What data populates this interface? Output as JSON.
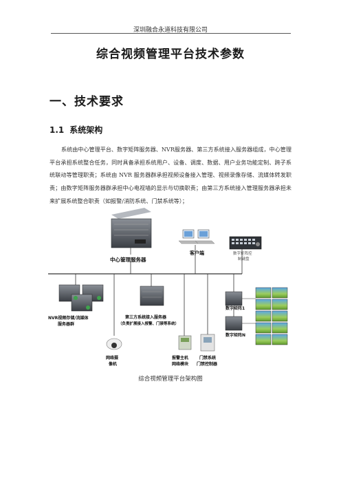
{
  "header": {
    "company": "深圳融合永道科技有限公司"
  },
  "title": "综合视频管理平台技术参数",
  "section": {
    "heading": "一、技术要求"
  },
  "subsection": {
    "number": "1.1",
    "title": "系统架构"
  },
  "paragraph": "系统由中心管理平台、数字矩阵服务器、NVR服务器、第三方系统接入服务器组成，中心管理平台承担系统整合任务，同时具备承担系统用户、设备、调度、数据、用户业务功能定制、跨子系统联动等管理职责；系统由 NVR 服务器群承担视频设备接入管理、视频录像存储、流媒体转发职责；由数字矩阵服务器群承担中心电视墙的显示与切换职责；由第三方系统接入管理服务器承担未来扩展系统整合职责（如报警/消防系统、门禁系统等）；",
  "diagram": {
    "center_server": "中心管理服务器",
    "client": "客户端",
    "keyboard_line1": "数字矩阵控",
    "keyboard_line2": "制键盘",
    "nvr_line1": "NVR视频存储/流媒体",
    "nvr_line2": "服务器群",
    "third_party_line1": "第三方系统接入服务器",
    "third_party_line2": "（负责扩展接入报警、门禁等系统）",
    "matrix1": "数字矩阵1",
    "matrixN": "数字矩阵N",
    "camera_line1": "网络摄",
    "camera_line2": "像机",
    "alarm_line1": "报警主机",
    "alarm_line2": "网络模块",
    "access_line1": "门禁系统",
    "access_line2": "门禁控制器"
  },
  "caption": "综合视频管理平台架构图"
}
